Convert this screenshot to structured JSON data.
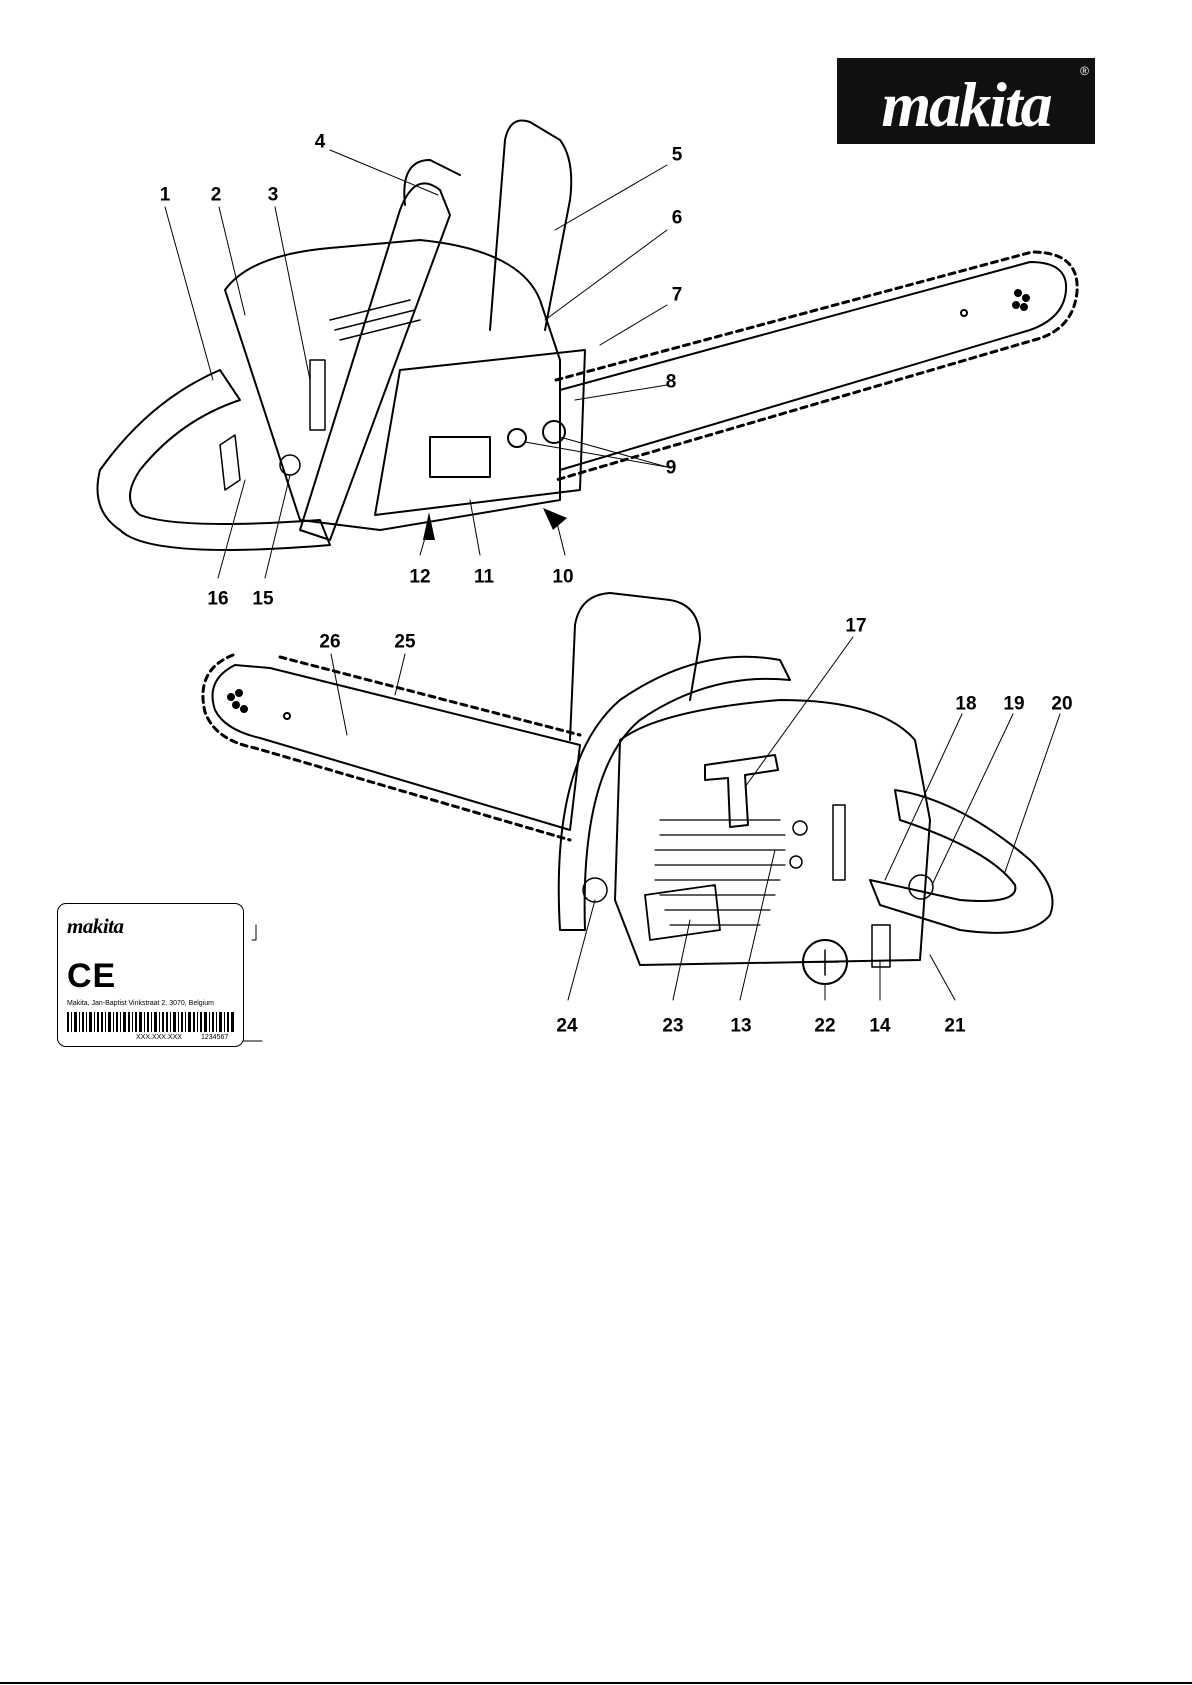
{
  "brand": {
    "logo_text": "makita",
    "registered_mark": "®"
  },
  "callouts_top": [
    "1",
    "2",
    "3",
    "4",
    "5",
    "6",
    "7",
    "8",
    "9",
    "10",
    "11",
    "12",
    "15",
    "16"
  ],
  "callouts_bottom": [
    "13",
    "14",
    "17",
    "18",
    "19",
    "20",
    "21",
    "22",
    "23",
    "24",
    "25",
    "26"
  ],
  "label": {
    "brand": "makita",
    "ce_mark": "CE",
    "address": "Makita, Jan-Baptist Vinkstraat 2, 3070, Belgium",
    "code": "XXX.XXX.XXX",
    "serial": "1234567"
  },
  "colors": {
    "ink": "#000000",
    "paper": "#ffffff",
    "logo_bg": "#111111"
  }
}
